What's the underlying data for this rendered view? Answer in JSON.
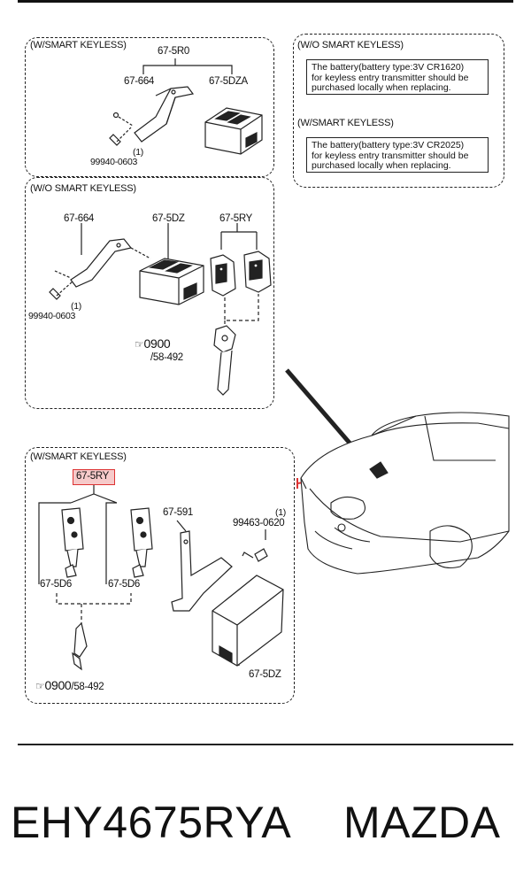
{
  "panels": {
    "top_left": {
      "title": "(W/SMART KEYLESS)",
      "labels": {
        "assembly": "67-5R0",
        "bracket": "67-664",
        "unit": "67-5DZA",
        "screw": "99940-0603",
        "screw_qty": "(1)"
      }
    },
    "top_right_upper": {
      "title": "(W/O SMART KEYLESS)",
      "note": [
        "The battery(battery type:3V CR1620)",
        "for keyless entry transmitter should be",
        "purchased locally when replacing."
      ]
    },
    "top_right_lower": {
      "title": "(W/SMART KEYLESS)",
      "note": [
        "The battery(battery type:3V CR2025)",
        "for keyless entry transmitter should be",
        "purchased locally when replacing."
      ]
    },
    "middle_left": {
      "title": "(W/O SMART KEYLESS)",
      "labels": {
        "bracket": "67-664",
        "unit": "67-5DZ",
        "transmitter": "67-5RY",
        "screw": "99940-0603",
        "screw_qty": "(1)",
        "key_ref": "0900",
        "key_ref_page": "/58-492"
      }
    },
    "bottom_left": {
      "title": "(W/SMART KEYLESS)",
      "labels": {
        "transmitter_highlighted": "67-5RY",
        "bracket": "67-591",
        "bolt": "99463-0620",
        "bolt_qty": "(1)",
        "key_left": "67-5D6",
        "key_right": "67-5D6",
        "unit": "67-5DZ",
        "key_ref": "0900",
        "key_ref_page": "/58-492"
      }
    }
  },
  "footer": {
    "part_number": "EHY4675RYA",
    "brand": "MAZDA"
  },
  "colors": {
    "line": "#222222",
    "highlight_fill": "#f6caca",
    "highlight_border": "#dd3333"
  }
}
